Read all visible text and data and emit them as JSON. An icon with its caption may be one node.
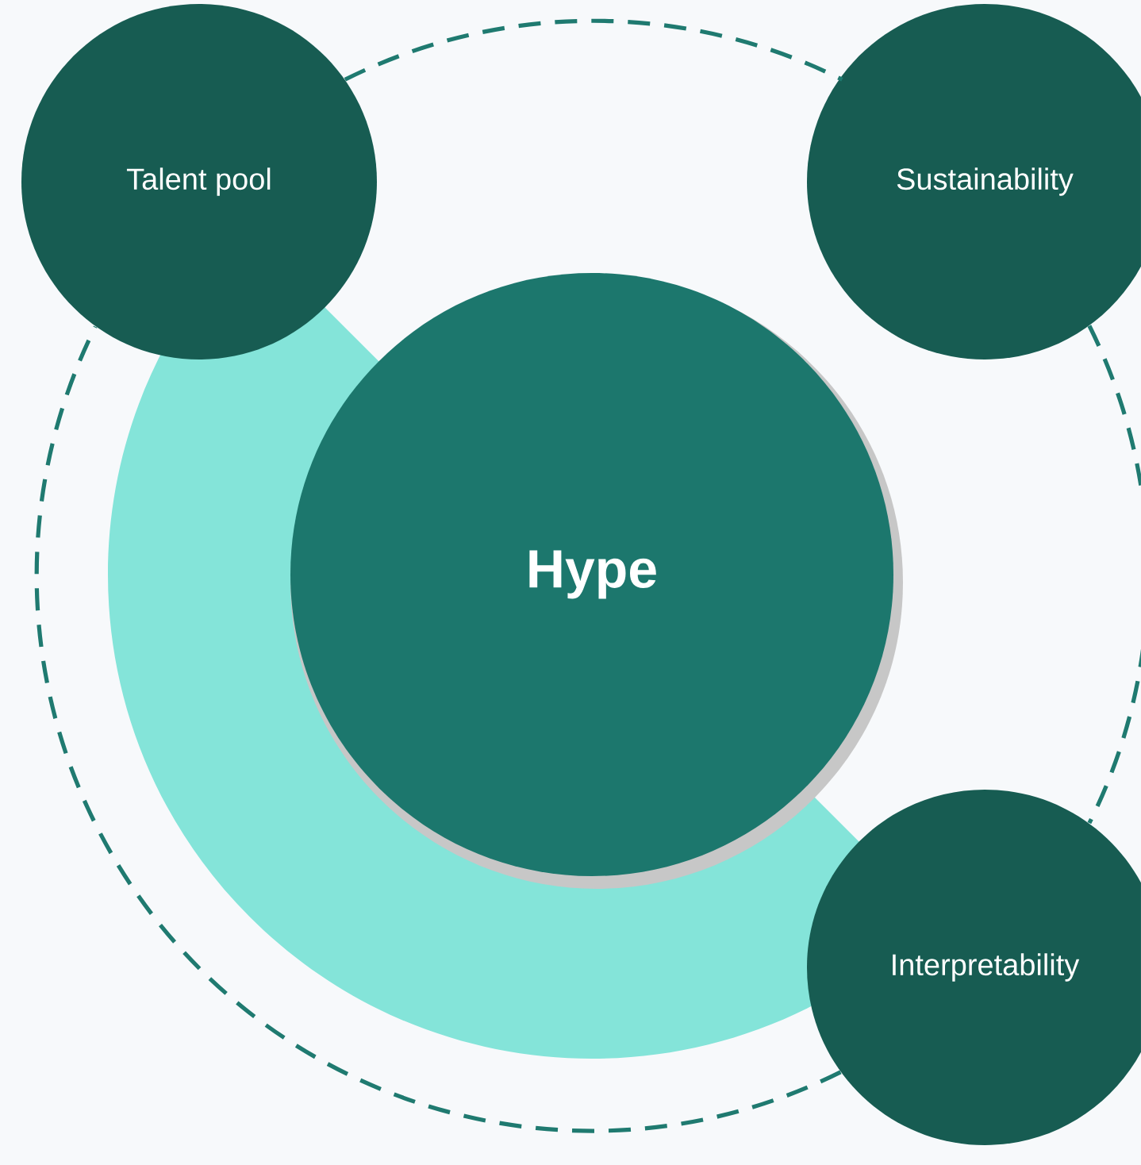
{
  "diagram": {
    "nodes": [
      {
        "text": [
          "Talent pool"
        ]
      },
      {
        "text": [
          "Sustainability"
        ]
      },
      {
        "text": [
          "Hype"
        ]
      },
      {
        "text": [
          "Interpretability"
        ]
      }
    ],
    "edges": [
      {
        "from": 0,
        "to": 1,
        "arrow": "none",
        "style": "dashed"
      },
      {
        "from": 1,
        "to": 3,
        "arrow": "none",
        "style": "dashed"
      },
      {
        "from": 3,
        "to": 0,
        "arrow": "none",
        "style": "dashed"
      }
    ]
  }
}
